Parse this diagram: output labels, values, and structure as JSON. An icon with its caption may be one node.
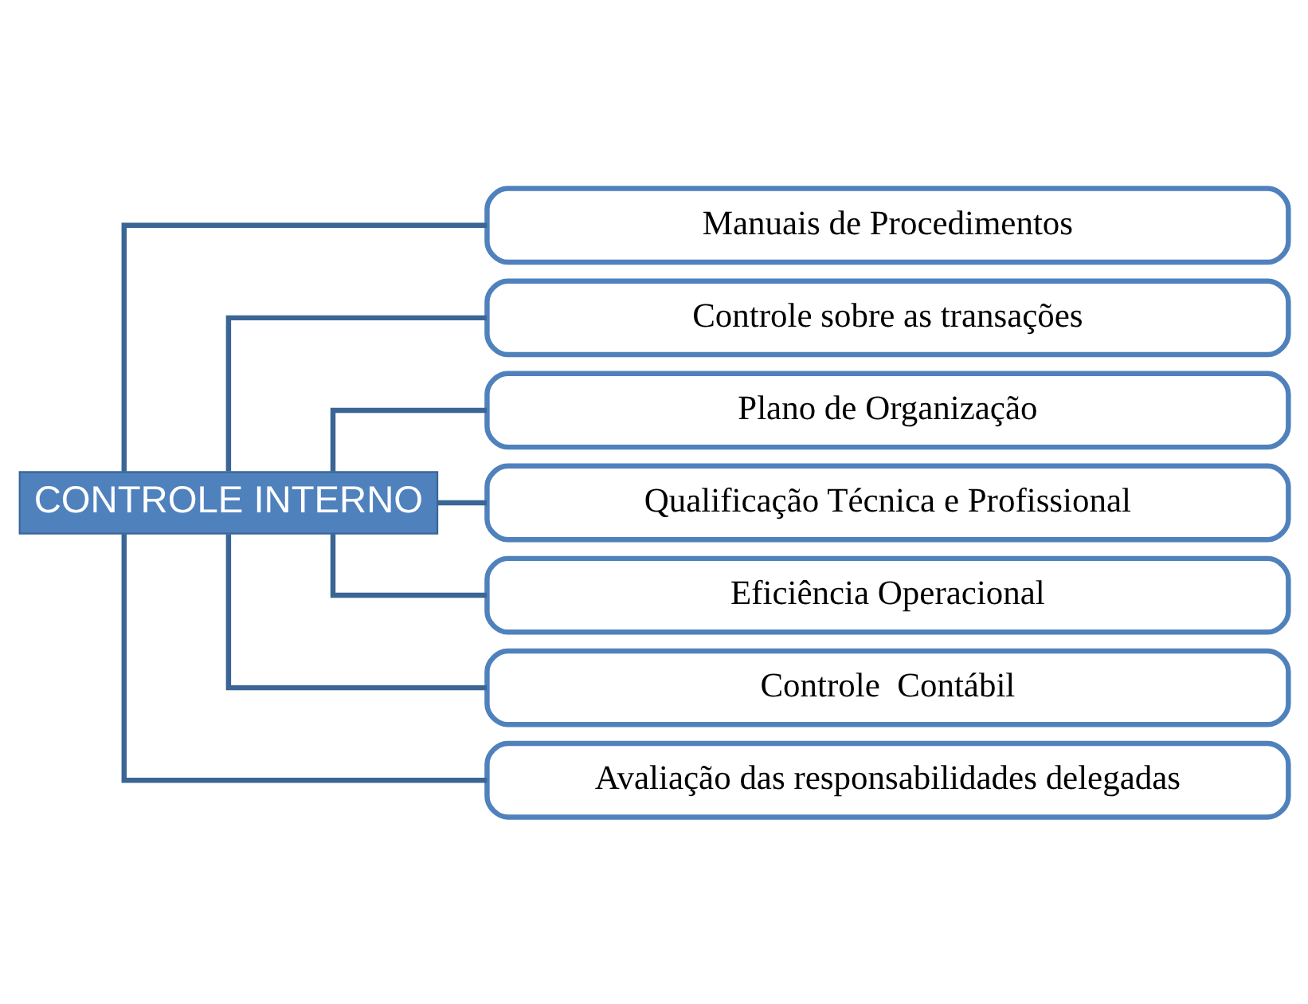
{
  "diagram": {
    "nodes": [
      {
        "text": [
          "CONTROLE INTERNO"
        ]
      },
      {
        "text": [
          "Manuais de Procedimentos"
        ]
      },
      {
        "text": [
          "Controle sobre as transações"
        ]
      },
      {
        "text": [
          "Plano de Organização"
        ]
      },
      {
        "text": [
          "Qualificação Técnica e Profissional"
        ]
      },
      {
        "text": [
          "Eficiência Operacional"
        ]
      },
      {
        "text": [
          "Controle  Contábil"
        ]
      },
      {
        "text": [
          "Avaliação das responsabilidades delegadas"
        ]
      }
    ],
    "edges": [
      {
        "from": 0,
        "to": 1,
        "arrow": "none"
      },
      {
        "from": 0,
        "to": 2,
        "arrow": "none"
      },
      {
        "from": 0,
        "to": 3,
        "arrow": "none"
      },
      {
        "from": 0,
        "to": 4,
        "arrow": "none"
      },
      {
        "from": 0,
        "to": 5,
        "arrow": "none"
      },
      {
        "from": 0,
        "to": 6,
        "arrow": "none"
      },
      {
        "from": 0,
        "to": 7,
        "arrow": "none"
      }
    ]
  }
}
